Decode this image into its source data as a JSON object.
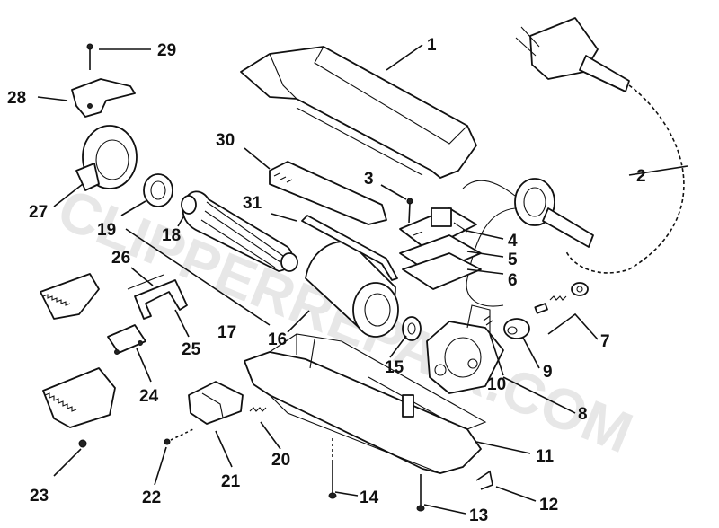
{
  "watermark": "CLIPPERREPAIR.COM",
  "callouts": [
    {
      "id": "1",
      "label": "1"
    },
    {
      "id": "2",
      "label": "2"
    },
    {
      "id": "3",
      "label": "3"
    },
    {
      "id": "4",
      "label": "4"
    },
    {
      "id": "5",
      "label": "5"
    },
    {
      "id": "6",
      "label": "6"
    },
    {
      "id": "7",
      "label": "7"
    },
    {
      "id": "8",
      "label": "8"
    },
    {
      "id": "9",
      "label": "9"
    },
    {
      "id": "10",
      "label": "10"
    },
    {
      "id": "11",
      "label": "11"
    },
    {
      "id": "12",
      "label": "12"
    },
    {
      "id": "13",
      "label": "13"
    },
    {
      "id": "14",
      "label": "14"
    },
    {
      "id": "15",
      "label": "15"
    },
    {
      "id": "16",
      "label": "16"
    },
    {
      "id": "17",
      "label": "17"
    },
    {
      "id": "18",
      "label": "18"
    },
    {
      "id": "19",
      "label": "19"
    },
    {
      "id": "20",
      "label": "20"
    },
    {
      "id": "21",
      "label": "21"
    },
    {
      "id": "22",
      "label": "22"
    },
    {
      "id": "23",
      "label": "23"
    },
    {
      "id": "24",
      "label": "24"
    },
    {
      "id": "25",
      "label": "25"
    },
    {
      "id": "26",
      "label": "26"
    },
    {
      "id": "27",
      "label": "27"
    },
    {
      "id": "28",
      "label": "28"
    },
    {
      "id": "29",
      "label": "29"
    },
    {
      "id": "30",
      "label": "30"
    },
    {
      "id": "31",
      "label": "31"
    }
  ]
}
